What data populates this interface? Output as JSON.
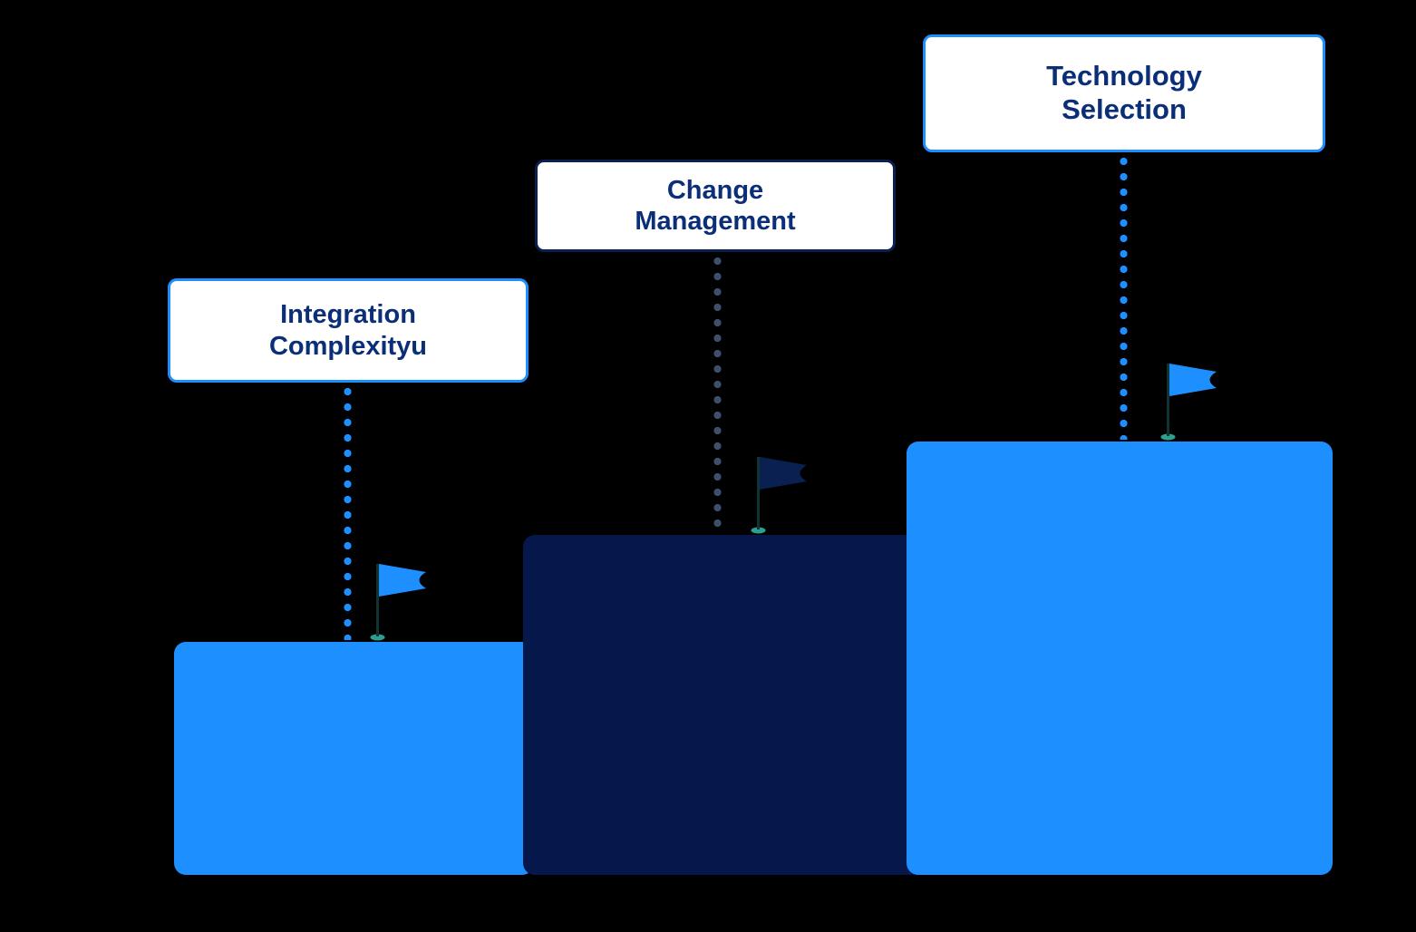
{
  "page": {
    "background": "#000000",
    "description_type": "milestone-steps-infographic"
  },
  "colors": {
    "accent_blue": "#1E8FFF",
    "dark_navy_bar": "#05174B",
    "card_border_blue": "#1E8FFF",
    "card_border_navy": "#0A2050",
    "label_text": "#0B2E79",
    "connector_dark": "#3D4F6B",
    "flag_base_teal": "#2E9E8F",
    "card_background": "#FFFFFF"
  },
  "milestones": [
    {
      "line1": "Integration",
      "line2": "Complexityu",
      "theme": "blue"
    },
    {
      "line1": "Change",
      "line2": "Management",
      "theme": "navy"
    },
    {
      "line1": "Technology",
      "line2": "Selection",
      "theme": "blue"
    }
  ],
  "icons": [
    {
      "name": "flag-icon",
      "meaning": "milestone flag planted on top of each step"
    }
  ],
  "chart_data": {
    "type": "bar",
    "categories": [
      "Integration Complexityu",
      "Change Management",
      "Technology Selection"
    ],
    "relative_heights_pct": [
      54,
      78,
      100
    ],
    "title": "",
    "xlabel": "",
    "ylabel": "",
    "legend": "none",
    "grid": false
  }
}
